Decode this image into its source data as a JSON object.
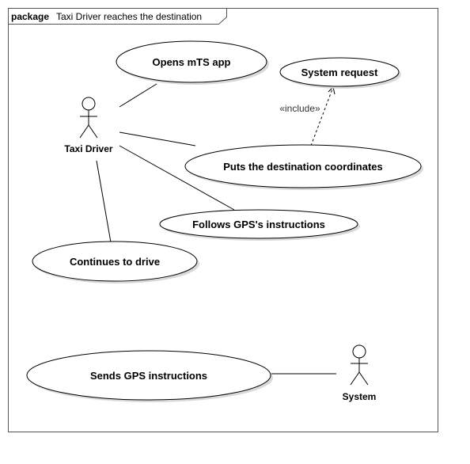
{
  "package": {
    "keyword": "package",
    "name": "Taxi Driver reaches the destination"
  },
  "actors": {
    "taxi_driver": "Taxi Driver",
    "system": "System"
  },
  "use_cases": {
    "opens_app": "Opens mTS app",
    "system_request": "System request",
    "put_coordinates": "Puts the destination coordinates",
    "follows_gps": "Follows GPS's instructions",
    "continues_drive": "Continues to drive",
    "sends_gps": "Sends GPS instructions"
  },
  "relations": {
    "include_label": "«include»"
  }
}
